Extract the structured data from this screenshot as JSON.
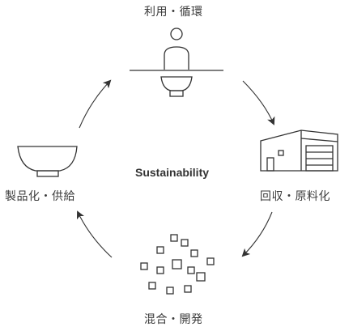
{
  "center_text": "Sustainability",
  "stages": {
    "top": "利用・循環",
    "right": "回収・原料化",
    "bottom": "混合・開発",
    "left": "製品化・供給"
  },
  "colors": {
    "stroke": "#333333",
    "arrow": "#333333",
    "text": "#3a3a3a"
  },
  "icons": {
    "top": "person-holding-bowl-icon",
    "right": "factory-icon",
    "bottom": "material-pieces-icon",
    "left": "bowl-icon"
  }
}
